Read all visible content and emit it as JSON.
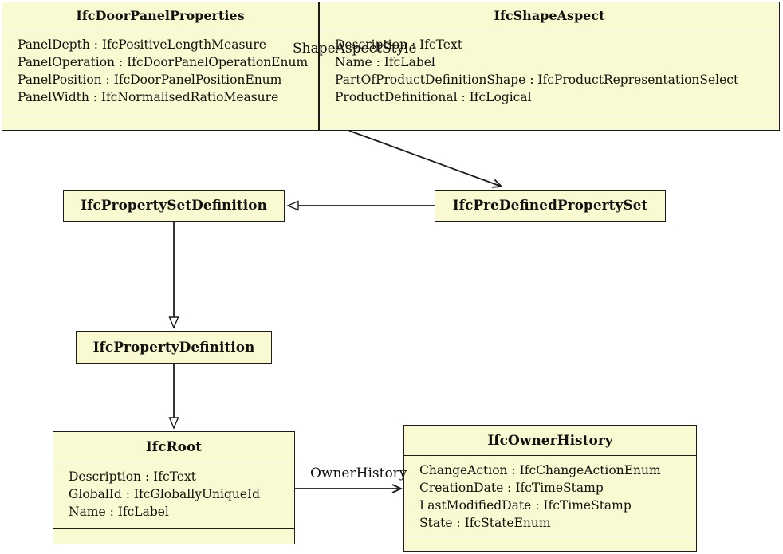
{
  "diagram": {
    "kind": "uml-class-diagram",
    "background_color": "#ffffff",
    "node_fill_color": "#FAFAD2",
    "line_color": "#1c1c1c",
    "classes": [
      {
        "title": "IfcDoorPanelProperties",
        "attributes": [
          "PanelDepth : IfcPositiveLengthMeasure",
          "PanelOperation : IfcDoorPanelOperationEnum",
          "PanelPosition : IfcDoorPanelPositionEnum",
          "PanelWidth : IfcNormalisedRatioMeasure"
        ]
      },
      {
        "title": "IfcShapeAspect",
        "attributes": [
          "Description : IfcText",
          "Name : IfcLabel",
          "PartOfProductDefinitionShape : IfcProductRepresentationSelect",
          "ProductDefinitional : IfcLogical"
        ]
      },
      {
        "title": "IfcPropertySetDefinition",
        "attributes": []
      },
      {
        "title": "IfcPreDefinedPropertySet",
        "attributes": []
      },
      {
        "title": "IfcPropertyDefinition",
        "attributes": []
      },
      {
        "title": "IfcRoot",
        "attributes": [
          "Description : IfcText",
          "GlobalId : IfcGloballyUniqueId",
          "Name : IfcLabel"
        ]
      },
      {
        "title": "IfcOwnerHistory",
        "attributes": [
          "ChangeAction : IfcChangeActionEnum",
          "CreationDate : IfcTimeStamp",
          "LastModifiedDate : IfcTimeStamp",
          "State : IfcStateEnum"
        ]
      }
    ],
    "edge_labels": {
      "shape_aspect_style": "ShapeAspectStyle",
      "owner_history": "OwnerHistory"
    },
    "edges": [
      {
        "from": "IfcShapeAspect",
        "to": "IfcPreDefinedPropertySet",
        "type": "association-arrow",
        "label": "ShapeAspectStyle"
      },
      {
        "from": "IfcPreDefinedPropertySet",
        "to": "IfcPropertySetDefinition",
        "type": "generalization"
      },
      {
        "from": "IfcPropertySetDefinition",
        "to": "IfcPropertyDefinition",
        "type": "generalization"
      },
      {
        "from": "IfcPropertyDefinition",
        "to": "IfcRoot",
        "type": "generalization"
      },
      {
        "from": "IfcRoot",
        "to": "IfcOwnerHistory",
        "type": "association-arrow",
        "label": "OwnerHistory"
      }
    ]
  }
}
